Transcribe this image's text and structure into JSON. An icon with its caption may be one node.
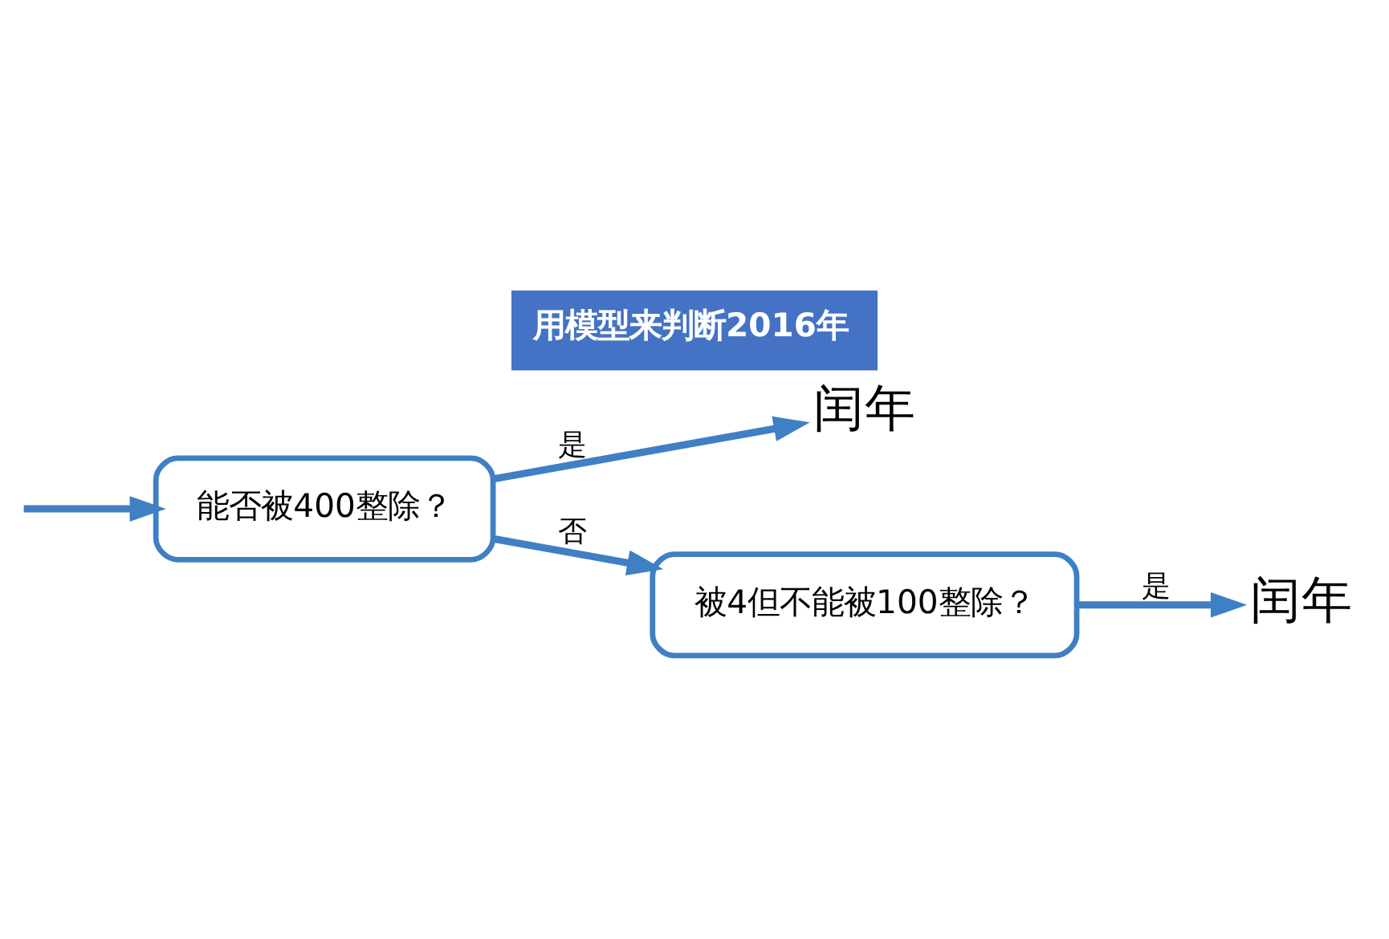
{
  "diagram": {
    "title": "用模型来判断2016年",
    "nodes": [
      {
        "text": [
          "能否被400整除？"
        ]
      },
      {
        "text": [
          "闰年"
        ]
      },
      {
        "text": [
          "被4但不能被100整除？"
        ]
      },
      {
        "text": [
          "闰年"
        ]
      }
    ],
    "edges": [
      {
        "from": null,
        "to": 0,
        "arrow": "to"
      },
      {
        "from": 0,
        "to": 1,
        "arrow": "to",
        "label": "是"
      },
      {
        "from": 0,
        "to": 2,
        "arrow": "to",
        "label": "否"
      },
      {
        "from": 2,
        "to": 3,
        "arrow": "to",
        "label": "是"
      }
    ]
  }
}
